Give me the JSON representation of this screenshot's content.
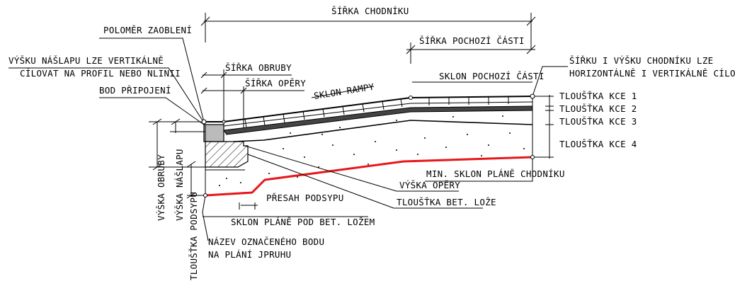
{
  "labels": {
    "sirka_chodniku": "ŠÍŘKA CHODNÍKU",
    "sirka_pochozi_casti": "ŠÍŘKA POCHOZÍ ČÁSTI",
    "polomer_zaobleni": "POLOMĚR ZAOBLENÍ",
    "vysku_naslapu_1": "VÝŠKU NÁŠLAPU LZE VERTIKÁLNĚ",
    "vysku_naslapu_2": "CÍLOVAT NA PROFIL NEBO NLINII",
    "sirka_obruby": "ŠÍŘKA OBRUBY",
    "sirka_opery": "ŠÍŘKA OPĚRY",
    "bod_pripojeni": "BOD PŘIPOJENÍ",
    "sklon_rampy": "SKLON RAMPY",
    "sklon_pochozi_casti": "SKLON POCHOZÍ ČÁSTI",
    "sirku_vysku_1": "ŠÍŘKU I VÝŠKU CHODNÍKU LZE",
    "sirku_vysku_2": "HORIZONTÁLNĚ I VERTIKÁLNĚ CÍLOVAT",
    "tloustka_kce_1": "TLOUŠŤKA KCE 1",
    "tloustka_kce_2": "TLOUŠŤKA KCE 2",
    "tloustka_kce_3": "TLOUŠŤKA KCE 3",
    "tloustka_kce_4": "TLOUŠŤKA KCE 4",
    "min_sklon_plane": "MIN. SKLON PLÁNĚ CHODNÍKU",
    "vyska_opery": "VÝŠKA OPĚRY",
    "tloustka_bet_loze": "TLOUŠŤKA BET. LOŽE",
    "presah_podsypu": "PŘESAH PODSYPU",
    "sklon_plane_pod_bet_lozem": "SKLON PLÁNĚ POD BET. LOŽEM",
    "nazev_bodu_1": "NÁZEV OZNAČENÉHO BODU",
    "nazev_bodu_2": "NA PLÁNÍ JPRUHU",
    "vyska_obruby": "VÝŠKA OBRUBY",
    "vyska_naslapu": "VÝŠKA NÁŠLAPU",
    "tloustka_podsypu": "TLOUŠŤKA PODSYPU"
  },
  "colors": {
    "line": "#000000",
    "subgrade": "#e8161b",
    "fill": "#ffffff"
  }
}
